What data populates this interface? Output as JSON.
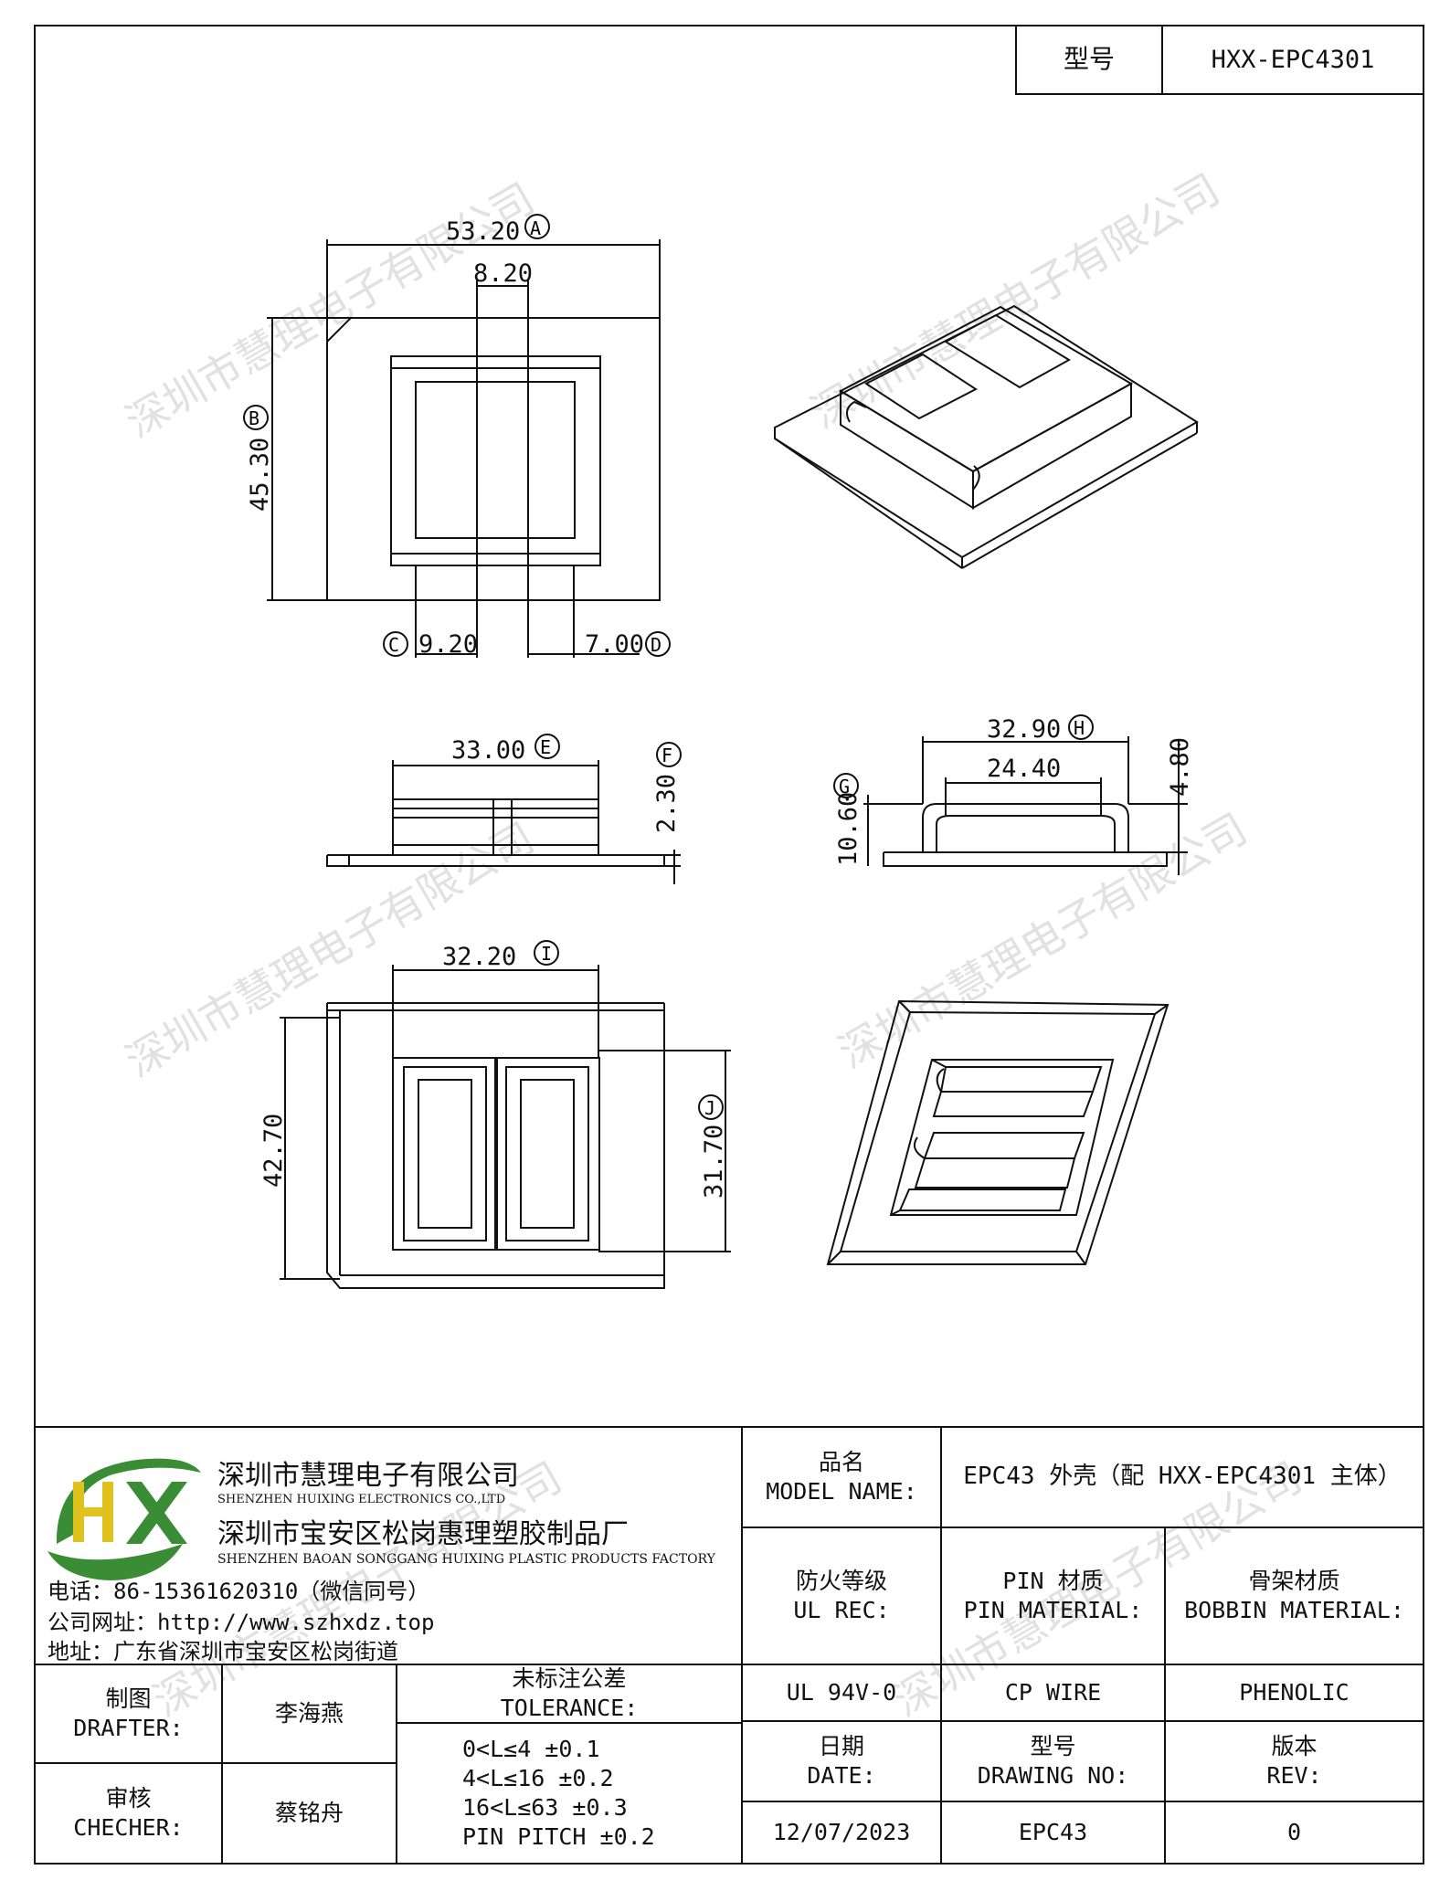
{
  "header": {
    "model_label": "型号",
    "model_value": "HXX-EPC4301"
  },
  "dimensions": {
    "A": "53.20",
    "A_circle": "A",
    "w_8_20": "8.20",
    "B": "45.30",
    "B_circle": "B",
    "C": "9.20",
    "C_circle": "C",
    "D": "7.00",
    "D_circle": "D",
    "E": "33.00",
    "E_circle": "E",
    "F": "2.30",
    "F_circle": "F",
    "H": "32.90",
    "H_circle": "H",
    "w_24_40": "24.40",
    "h_4_80": "4.80",
    "G": "10.60",
    "G_circle": "G",
    "I": "32.20",
    "I_circle": "I",
    "h_42_70": "42.70",
    "J": "31.70",
    "J_circle": "J"
  },
  "watermark": "深圳市慧理电子有限公司",
  "company": {
    "logo_letters": "HX",
    "name_cn": "深圳市慧理电子有限公司",
    "name_en": "SHENZHEN HUIXING ELECTRONICS CO.,LTD",
    "factory_cn": "深圳市宝安区松岗惠理塑胶制品厂",
    "factory_en": "SHENZHEN BAOAN SONGGANG HUIXING PLASTIC PRODUCTS FACTORY",
    "phone": "电话：86-15361620310（微信同号）",
    "website": "公司网址：http://www.szhxdz.top",
    "address": "地址：广东省深圳市宝安区松岗街道"
  },
  "title_block": {
    "model_name_cn": "品名",
    "model_name_en": "MODEL NAME:",
    "model_name_value": "EPC43 外壳（配 HXX-EPC4301 主体）",
    "ul_rec_cn": "防火等级",
    "ul_rec_en": "UL REC:",
    "pin_material_cn": "PIN 材质",
    "pin_material_en": "PIN MATERIAL:",
    "bobbin_material_cn": "骨架材质",
    "bobbin_material_en": "BOBBIN MATERIAL:",
    "ul_value": "UL 94V-0",
    "pin_value": "CP WIRE",
    "bobbin_value": "PHENOLIC",
    "drafter_cn": "制图",
    "drafter_en": "DRAFTER:",
    "drafter_name": "李海燕",
    "tolerance_cn": "未标注公差",
    "tolerance_en": "TOLERANCE:",
    "tolerance_lines": [
      "0<L≤4  ±0.1",
      "4<L≤16 ±0.2",
      "16<L≤63 ±0.3",
      "PIN PITCH ±0.2"
    ],
    "checker_cn": "审核",
    "checker_en": "CHECHER:",
    "checker_name": "蔡铭舟",
    "date_cn": "日期",
    "date_en": "DATE:",
    "drawing_no_cn": "型号",
    "drawing_no_en": "DRAWING NO:",
    "rev_cn": "版本",
    "rev_en": "REV:",
    "date_value": "12/07/2023",
    "drawing_no_value": "EPC43",
    "rev_value": "0"
  }
}
